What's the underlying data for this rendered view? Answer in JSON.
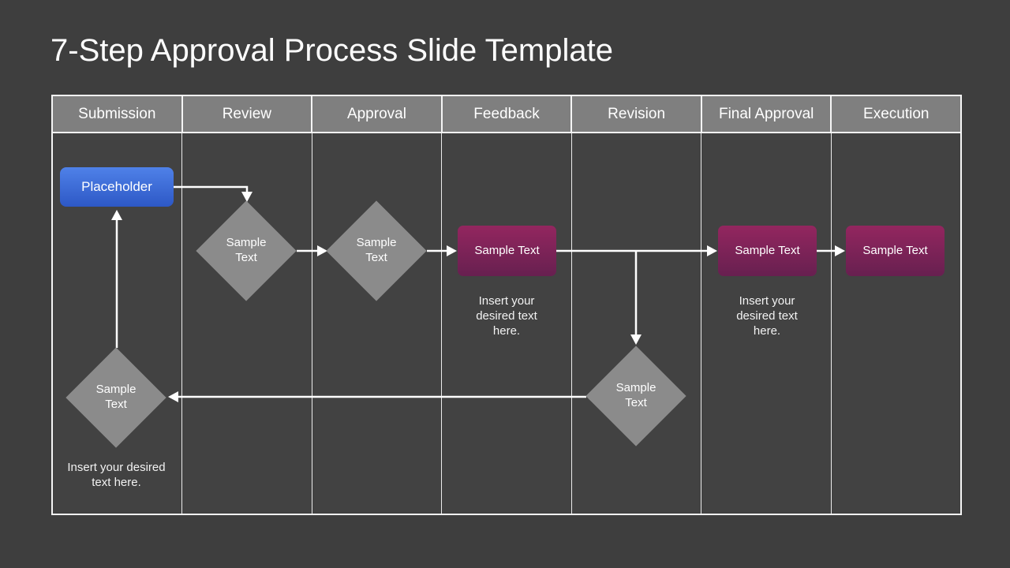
{
  "title": "7-Step Approval Process Slide Template",
  "columns": [
    {
      "label": "Submission"
    },
    {
      "label": "Review"
    },
    {
      "label": "Approval"
    },
    {
      "label": "Feedback"
    },
    {
      "label": "Revision"
    },
    {
      "label": "Final Approval"
    },
    {
      "label": "Execution"
    }
  ],
  "nodes": {
    "start": {
      "label": "Placeholder"
    },
    "review_decision": {
      "label": "Sample Text"
    },
    "approval_decision": {
      "label": "Sample Text"
    },
    "feedback_step": {
      "label": "Sample Text",
      "caption": "Insert your desired text here."
    },
    "revision_decision": {
      "label": "Sample Text"
    },
    "final_approval_step": {
      "label": "Sample Text",
      "caption": "Insert your desired text here."
    },
    "execution_step": {
      "label": "Sample Text"
    },
    "submission_decision": {
      "label": "Sample Text",
      "caption": "Insert your desired text here."
    }
  },
  "colors": {
    "background": "#3e3e3e",
    "table_fill": "#424242",
    "header_fill": "#7f7f7f",
    "grid_line": "#f5f5f5",
    "diamond_fill": "#8b8b8b",
    "blue_top": "#4f81e8",
    "blue_bottom": "#2d58c6",
    "purple_top": "#93265f",
    "purple_bottom": "#672050",
    "arrow": "#ffffff",
    "text": "#ffffff"
  }
}
